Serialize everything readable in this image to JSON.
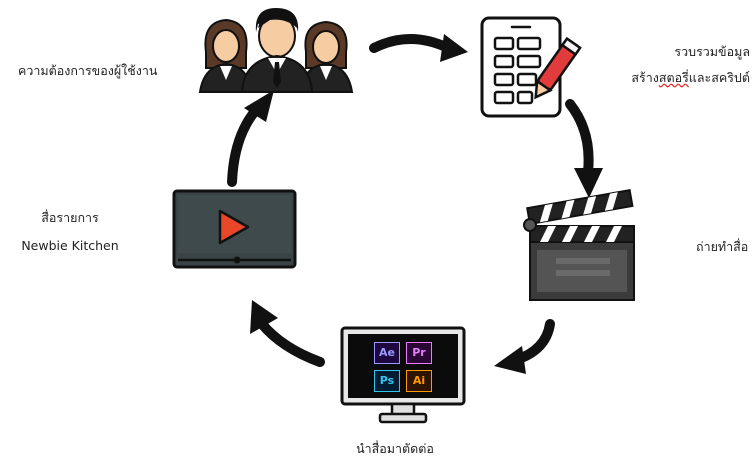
{
  "steps": {
    "requirements": {
      "label": "ความต้องการของผู้ใช้งาน"
    },
    "gather": {
      "line1": "รวบรวมข้อมูล",
      "line2a": "สร้าง",
      "line2b": "สตอรี่",
      "line2c": "และสคริปต์"
    },
    "shoot": {
      "label": "ถ่ายทำสื่อ"
    },
    "edit": {
      "label": "นำสื่อมาตัดต่อ"
    },
    "publish": {
      "line1": "สื่อรายการ",
      "line2": "Newbie Kitchen"
    }
  },
  "software_tiles": [
    {
      "abbr": "Ae",
      "color": "#9999ff",
      "bg": "#1f0740"
    },
    {
      "abbr": "Pr",
      "color": "#e77cff",
      "bg": "#2a0634"
    },
    {
      "abbr": "Ps",
      "color": "#31c5f0",
      "bg": "#001d34"
    },
    {
      "abbr": "Ai",
      "color": "#ff9a00",
      "bg": "#2e1400"
    }
  ],
  "colors": {
    "arrow": "#111111",
    "play": "#e8472a",
    "screen": "#3a4446",
    "tablet_pen": "#e23b3b"
  }
}
